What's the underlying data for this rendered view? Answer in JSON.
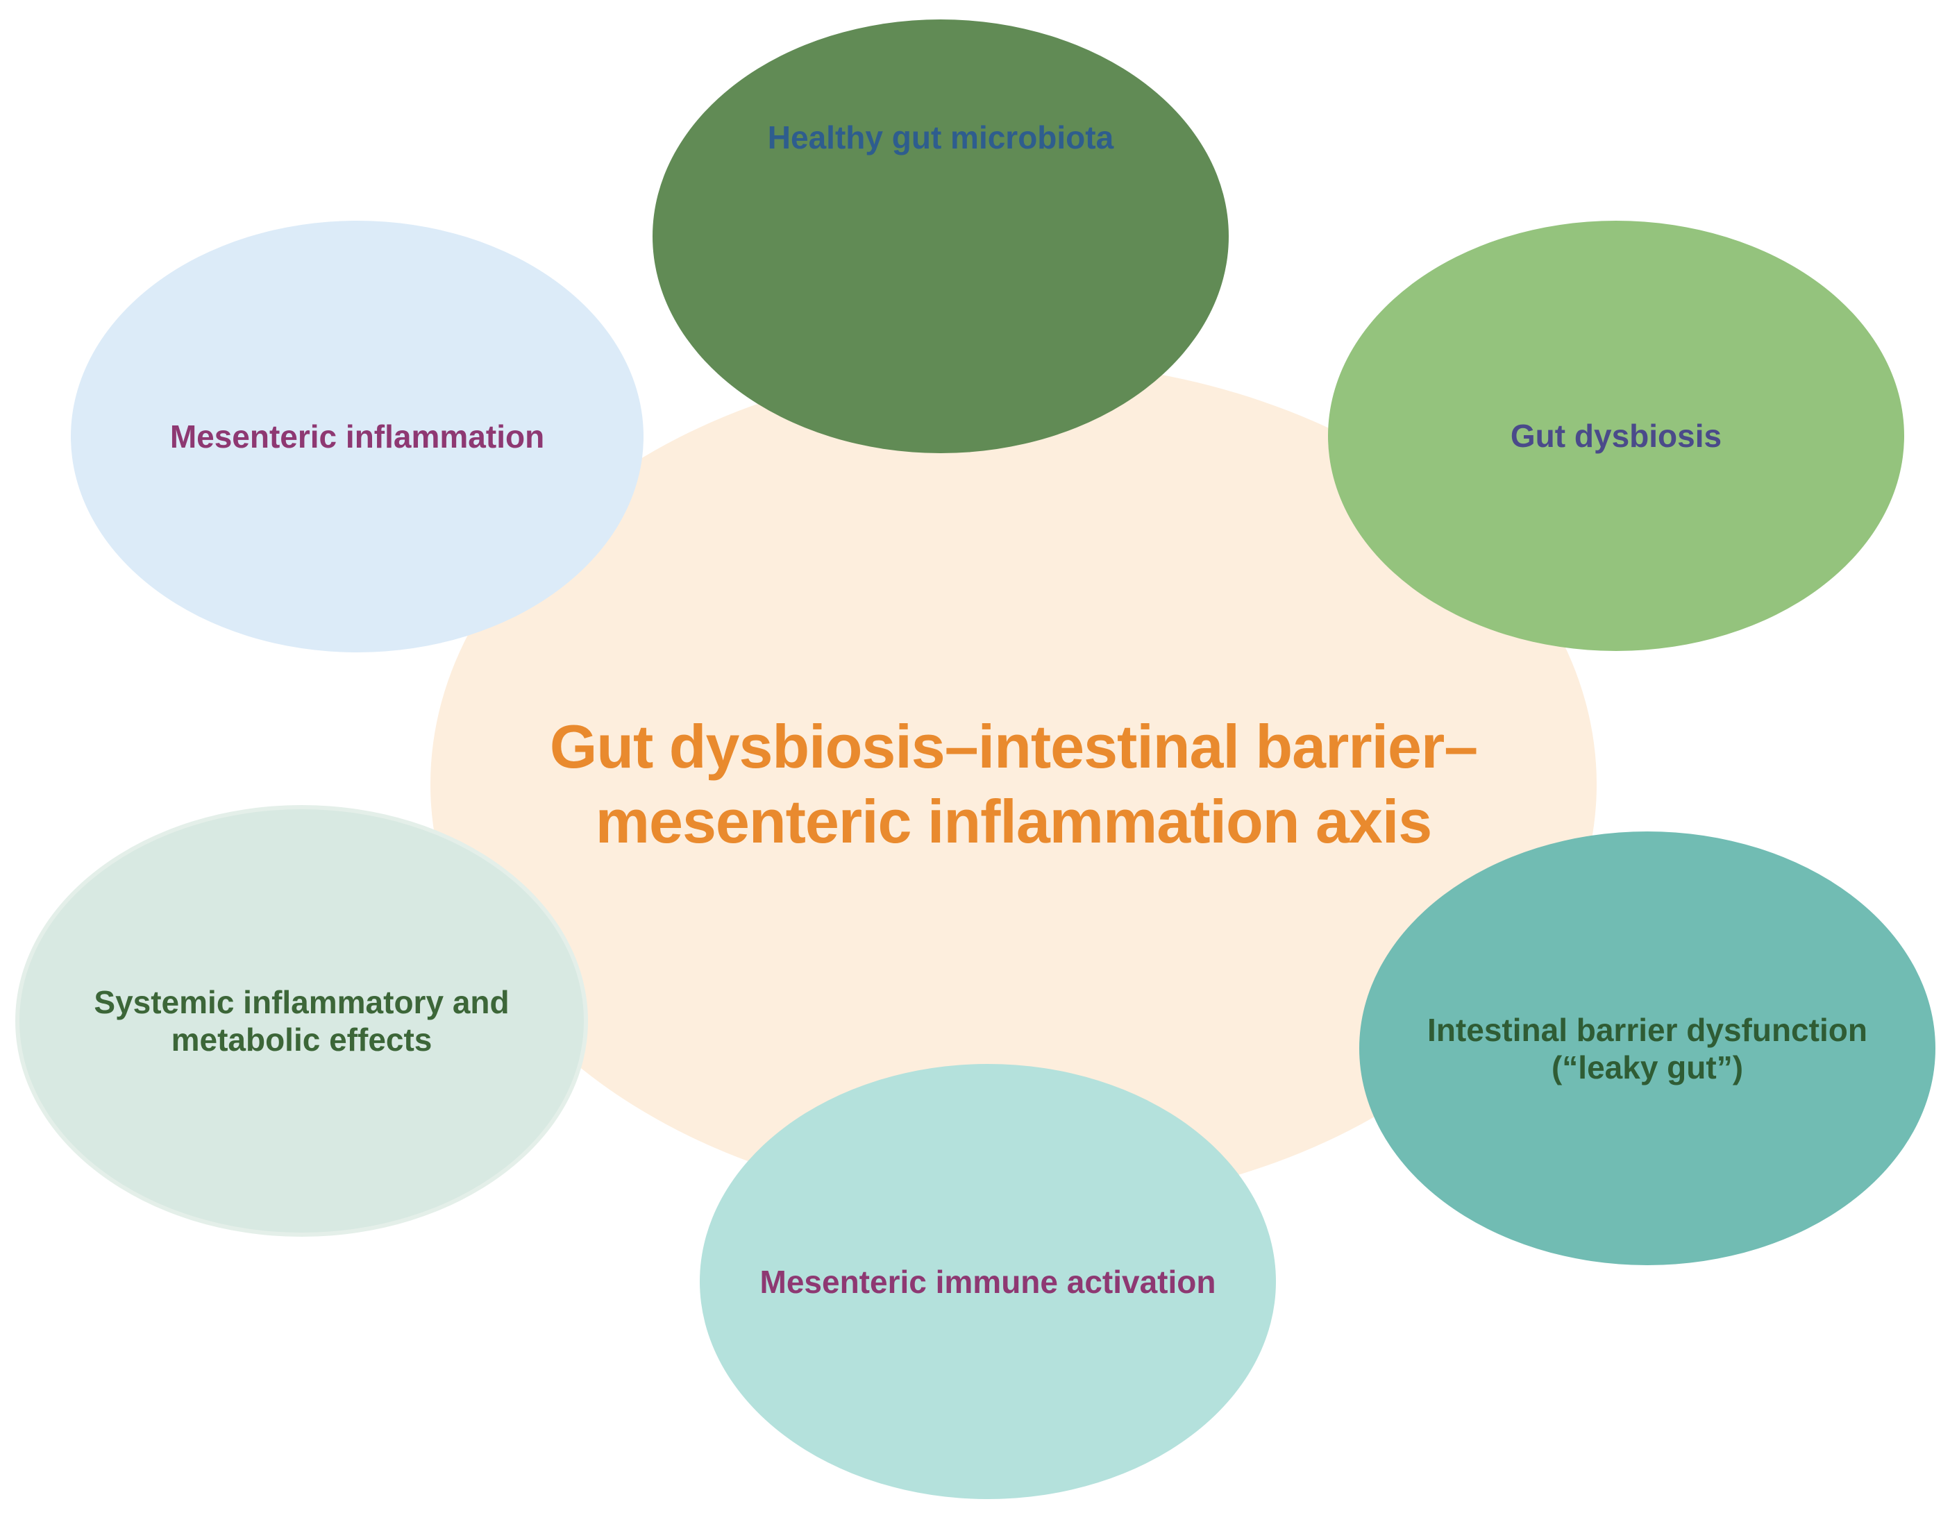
{
  "diagram": {
    "hub": {
      "title_line1": "Gut dysbiosis–intestinal barrier–",
      "title_line2": "mesenteric inflammation axis",
      "fill": "#fdeedd",
      "text_color": "#e98a2e"
    },
    "nodes": {
      "healthy": {
        "label": "Healthy gut  microbiota",
        "fill": "#618b55",
        "text_color": "#2e5d8e"
      },
      "dysbiosis": {
        "label": "Gut dysbiosis",
        "fill": "#94c37d",
        "text_color": "#4a4a8a"
      },
      "barrier": {
        "label_line1": "Intestinal barrier dysfunction",
        "label_line2": "(“leaky gut”)",
        "fill": "#71bcb3",
        "text_color": "#2f5c34"
      },
      "immune": {
        "label": "Mesenteric immune activation",
        "fill": "#b4e1dc",
        "text_color": "#8e3872"
      },
      "systemic": {
        "label_line1": "Systemic inflammatory and",
        "label_line2": "metabolic effects",
        "fill": "#d8e9e2",
        "border": "#e4efe9",
        "text_color": "#3c6638"
      },
      "mesenteric_inflammation": {
        "label": "Mesenteric inflammation",
        "fill": "#dcebf8",
        "text_color": "#8e3872"
      }
    }
  }
}
